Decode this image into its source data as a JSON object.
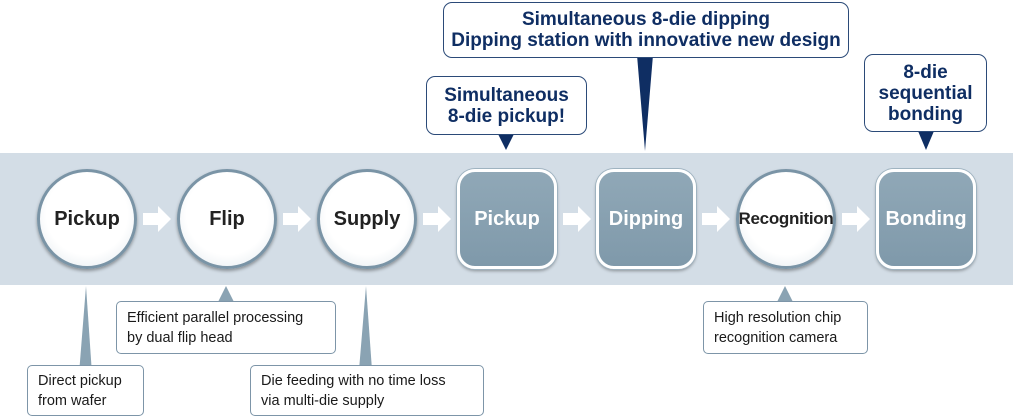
{
  "process_steps": [
    {
      "label": "Pickup",
      "style": "circle"
    },
    {
      "label": "Flip",
      "style": "circle"
    },
    {
      "label": "Supply",
      "style": "circle"
    },
    {
      "label": "Pickup",
      "style": "box"
    },
    {
      "label": "Dipping",
      "style": "box"
    },
    {
      "label": "Recognition",
      "style": "circle"
    },
    {
      "label": "Bonding",
      "style": "box"
    }
  ],
  "top_callouts": {
    "dipping": {
      "line1": "Simultaneous 8-die dipping",
      "line2": "Dipping station with innovative new design"
    },
    "pickup": {
      "line1": "Simultaneous",
      "line2": "8-die pickup!"
    },
    "bonding": {
      "line1": "8-die",
      "line2": "sequential",
      "line3": "bonding"
    }
  },
  "bottom_callouts": {
    "flip": {
      "line1": "Efficient parallel processing",
      "line2": "by dual flip head"
    },
    "pickup": {
      "line1": "Direct pickup",
      "line2": "from wafer"
    },
    "supply": {
      "line1": "Die feeding with no time loss",
      "line2": "via multi-die supply"
    },
    "recognition": {
      "line1": "High resolution chip",
      "line2": "recognition camera"
    }
  },
  "colors": {
    "band": "#d3dde6",
    "box_fill": "#859eaf",
    "callout_text": "#0f2e63",
    "pointer_dark": "#0f2e63",
    "pointer_light": "#8aa3b3"
  }
}
